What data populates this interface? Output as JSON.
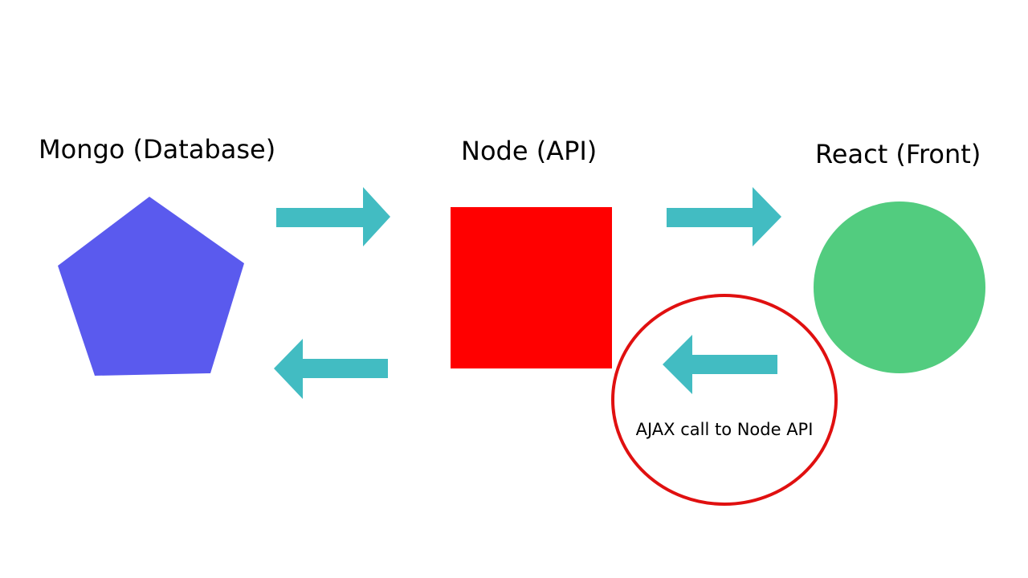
{
  "nodes": [
    {
      "id": "mongo",
      "label": "Mongo (Database)",
      "shape": "pentagon",
      "color": "#5a5aee"
    },
    {
      "id": "node",
      "label": "Node (API)",
      "shape": "square",
      "color": "#ff0000"
    },
    {
      "id": "react",
      "label": "React (Front)",
      "shape": "circle",
      "color": "#52cc7f"
    }
  ],
  "arrows": [
    {
      "from": "mongo",
      "to": "node",
      "direction": "right",
      "color": "#42bcc2"
    },
    {
      "from": "node",
      "to": "mongo",
      "direction": "left",
      "color": "#42bcc2"
    },
    {
      "from": "node",
      "to": "react",
      "direction": "right",
      "color": "#42bcc2"
    },
    {
      "from": "react",
      "to": "node",
      "direction": "left",
      "color": "#42bcc2"
    }
  ],
  "highlight": {
    "label": "AJAX call to Node API",
    "color": "#e01010"
  }
}
